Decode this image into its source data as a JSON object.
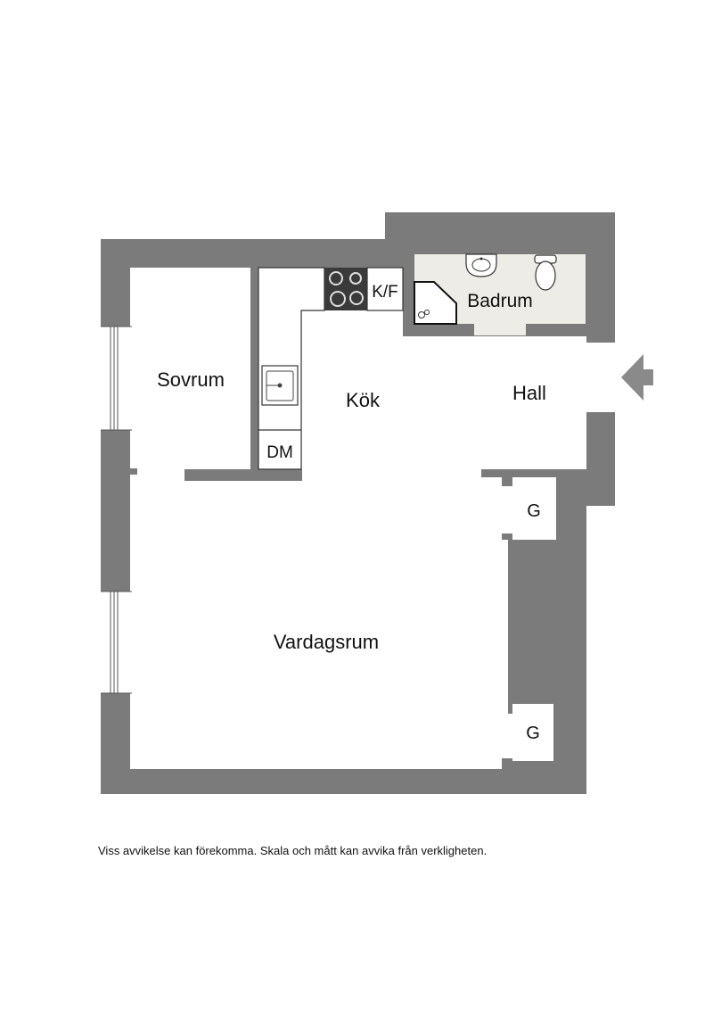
{
  "rooms": {
    "bedroom": "Sovrum",
    "kitchen": "Kök",
    "hall": "Hall",
    "bathroom": "Badrum",
    "living_room": "Vardagsrum",
    "fridge_freezer": "K/F",
    "dishwasher": "DM",
    "wardrobe_upper": "G",
    "wardrobe_lower": "G"
  },
  "disclaimer": "Viss avvikelse kan förekomma. Skala och mått kan avvika från verkligheten.",
  "colors": {
    "wall": "#7b7b7b",
    "floor": "#ffffff",
    "bathroom_floor": "#eeece6",
    "entrance_arrow": "#8a8a8a",
    "stove": "#3a3a3a"
  },
  "icons": [
    "entrance-arrow-icon",
    "sink-icon",
    "washbasin-icon",
    "toilet-icon",
    "shower-icon",
    "stove-icon",
    "window-icon"
  ]
}
